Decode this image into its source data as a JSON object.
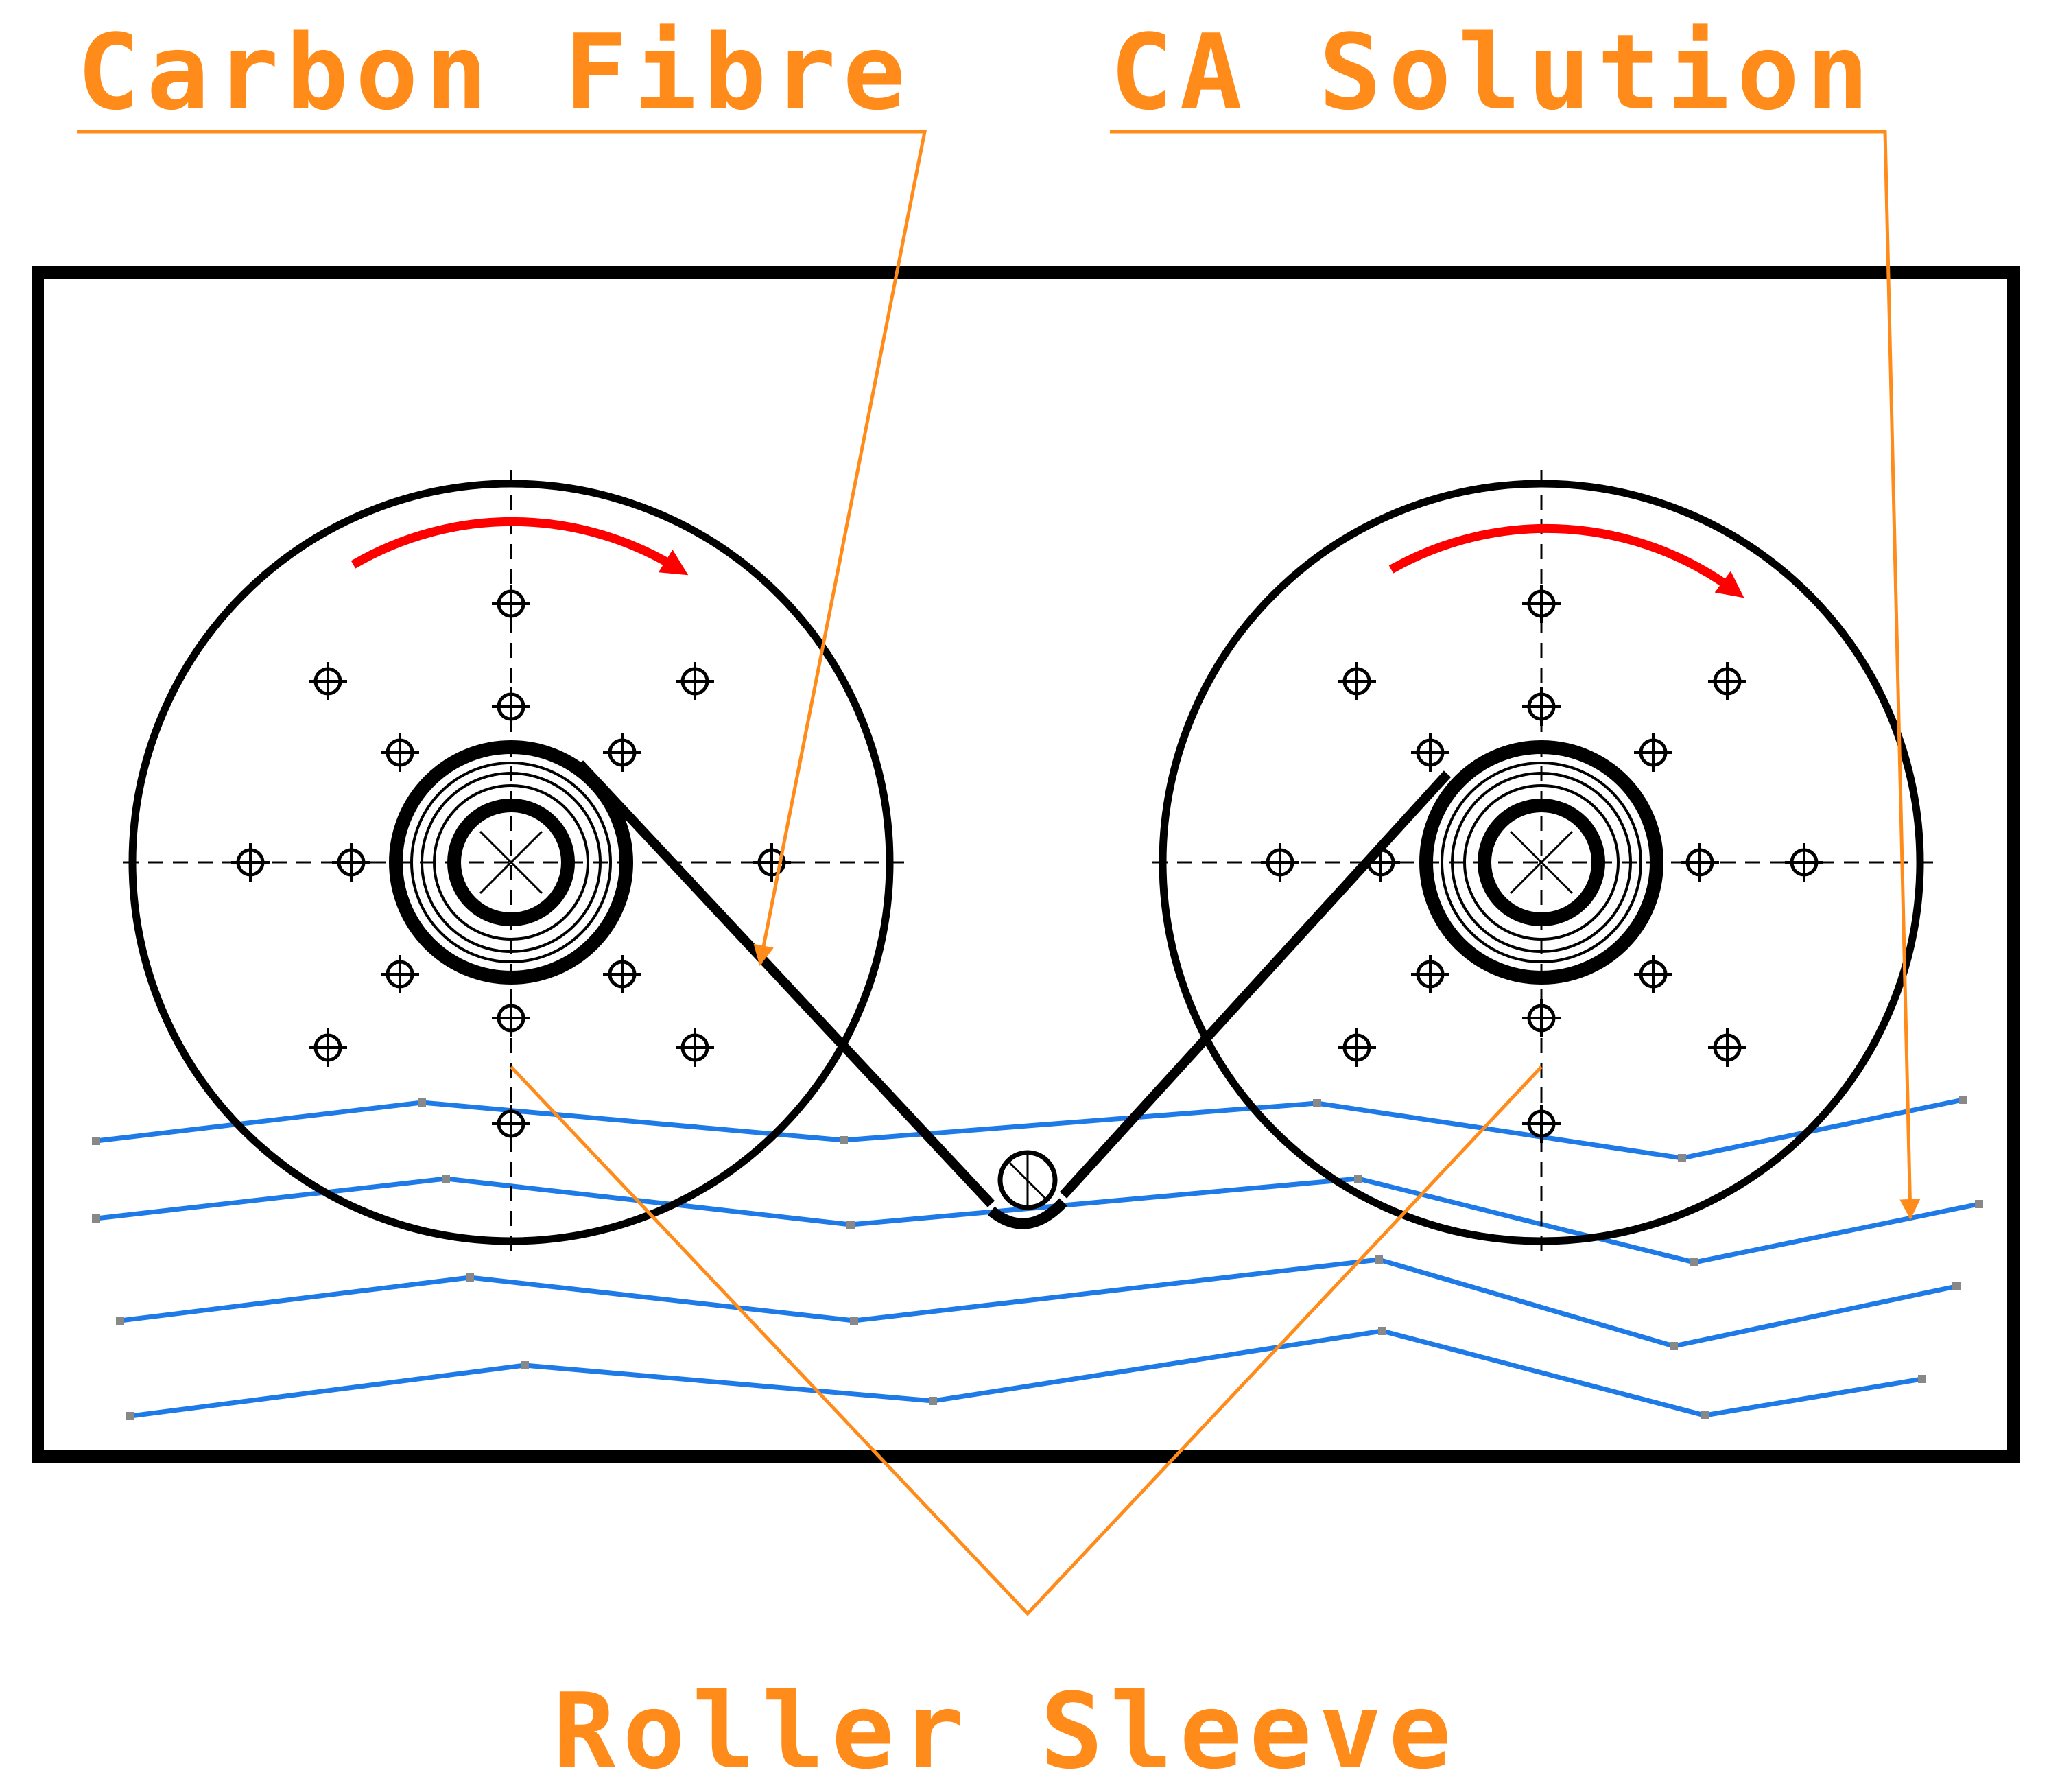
{
  "labels": {
    "carbon_fibre": "Carbon Fibre",
    "ca_solution": "CA Solution",
    "roller_sleeve": "Roller Sleeve"
  },
  "colors": {
    "callout": "#ff8c1a",
    "solution_waves": "#1e7ae6",
    "rotation_arrows": "#ff0000",
    "outline": "#000000",
    "node_dots": "#888888"
  },
  "icons": {
    "rotation_arrow": "clockwise-arrow-icon",
    "bolt_hole": "crosshair-circle-icon"
  }
}
